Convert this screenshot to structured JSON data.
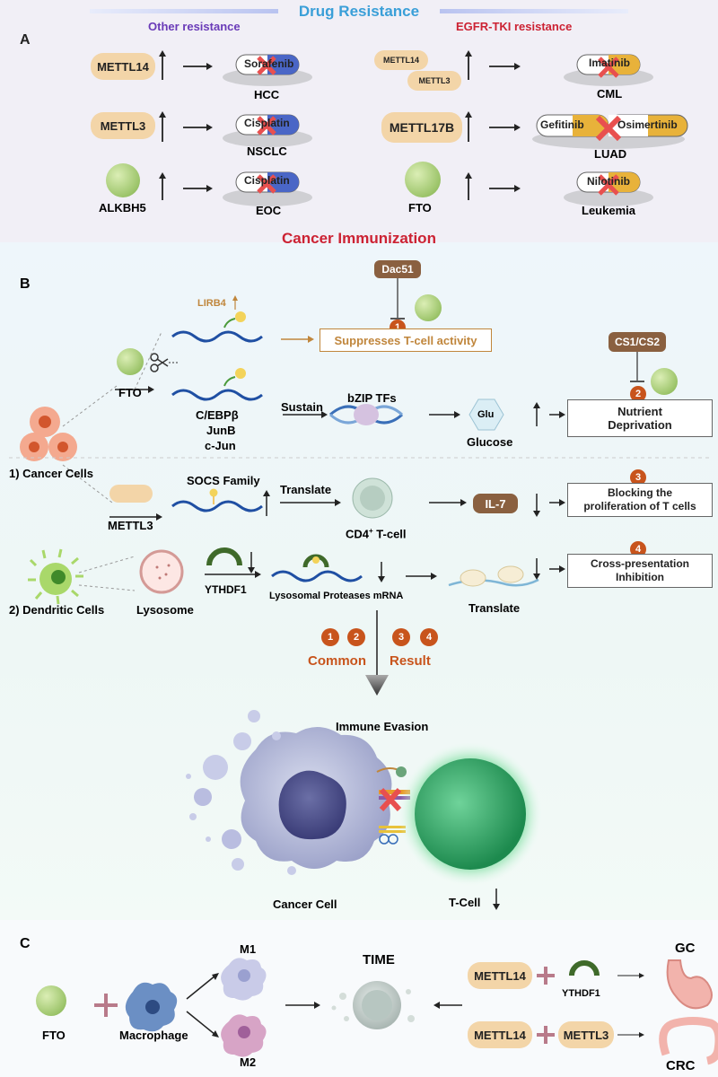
{
  "colors": {
    "accent_blue": "#3a9fd8",
    "accent_red": "#cc2233",
    "purple": "#6a3bb8",
    "orange": "#c8541c",
    "pill": "#f3d5a8",
    "green_ball": "#9cc46a"
  },
  "sectionA": {
    "title": "Drug Resistance",
    "label": "A",
    "left_header": "Other resistance",
    "right_header": "EGFR-TKI resistance",
    "left_rows": [
      {
        "gene": "METTL14",
        "drug": "Sorafenib",
        "disease": "HCC"
      },
      {
        "gene": "METTL3",
        "drug": "Cisplatin",
        "disease": "NSCLC"
      },
      {
        "gene": "ALKBH5",
        "drug": "Cisplatin",
        "disease": "EOC"
      }
    ],
    "right_rows": [
      {
        "gene_a": "METTL14",
        "gene_b": "METTL3",
        "drug": "Imatinib",
        "disease": "CML"
      },
      {
        "gene": "METTL17B",
        "drug_a": "Gefitinib",
        "drug_b": "Osimertinib",
        "disease": "LUAD"
      },
      {
        "gene": "FTO",
        "drug": "Nilotinib",
        "disease": "Leukemia"
      }
    ]
  },
  "sectionB": {
    "title": "Cancer Immunization",
    "label": "B",
    "dac51": "Dac51",
    "lirb4": "LIRB4",
    "suppress": "Suppresses T-cell activity",
    "cs": "CS1/CS2",
    "fto": "FTO",
    "tf_genes": [
      "C/EBPβ",
      "JunB",
      "c-Jun"
    ],
    "sustain": "Sustain",
    "bzip": "bZIP TFs",
    "glu": "Glu",
    "glucose": "Glucose",
    "nutrient": [
      "Nutrient",
      "Deprivation"
    ],
    "cancer_cells": "1) Cancer Cells",
    "socs": "SOCS Family",
    "translate1": "Translate",
    "mettl3": "METTL3",
    "cd4_main": "CD4",
    "cd4_sup": "+",
    "cd4_tail": " T-cell",
    "il7": "IL-7",
    "blocking": [
      "Blocking the",
      "proliferation of T cells"
    ],
    "dendritic": "2) Dendritic Cells",
    "lysosome": "Lysosome",
    "ythdf1": "YTHDF1",
    "lyso_mrna": "Lysosomal Proteases mRNA",
    "translate2": "Translate",
    "cross": [
      "Cross-presentation",
      "Inhibition"
    ],
    "nums": [
      "1",
      "2",
      "3",
      "4"
    ],
    "common": "Common",
    "result": "Result",
    "immune_evasion": "Immune Evasion",
    "cancer_cell": "Cancer Cell",
    "tcell": "T-Cell"
  },
  "sectionC": {
    "label": "C",
    "fto": "FTO",
    "macrophage": "Macrophage",
    "m1": "M1",
    "m2": "M2",
    "time": "TIME",
    "mettl14_a": "METTL14",
    "ythdf1": "YTHDF1",
    "mettl14_b": "METTL14",
    "mettl3": "METTL3",
    "gc": "GC",
    "crc": "CRC"
  }
}
